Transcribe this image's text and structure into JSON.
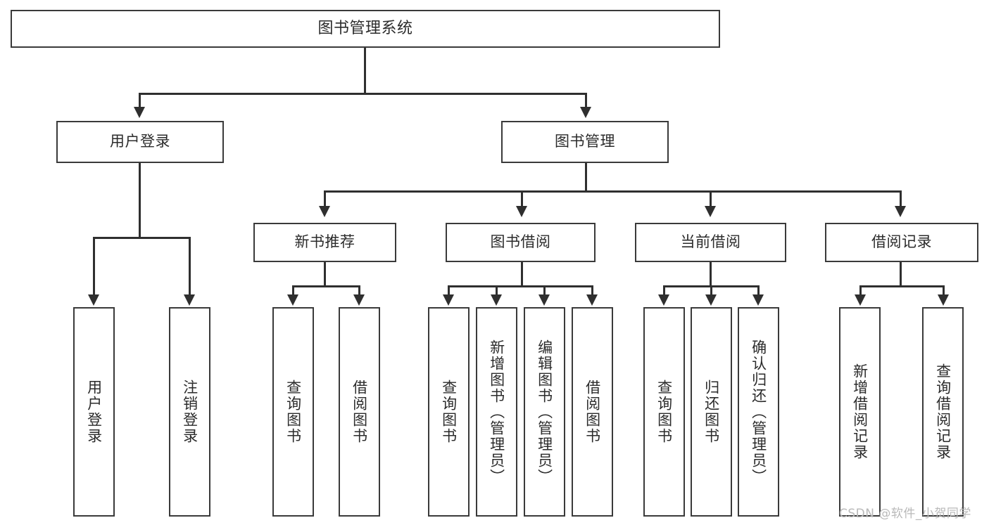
{
  "diagram": {
    "type": "tree",
    "title": "图书管理系统",
    "root": {
      "label": "图书管理系统"
    },
    "level2": [
      {
        "label": "用户登录"
      },
      {
        "label": "图书管理"
      }
    ],
    "level3": [
      {
        "label": "新书推荐"
      },
      {
        "label": "图书借阅"
      },
      {
        "label": "当前借阅"
      },
      {
        "label": "借阅记录"
      }
    ],
    "leaves": {
      "user_login": [
        {
          "label": "用户登录"
        },
        {
          "label": "注销登录"
        }
      ],
      "new_book_recommend": [
        {
          "label": "查询图书"
        },
        {
          "label": "借阅图书"
        }
      ],
      "book_borrow": [
        {
          "label": "查询图书"
        },
        {
          "label": "新增图书（管理员）"
        },
        {
          "label": "编辑图书（管理员）"
        },
        {
          "label": "借阅图书"
        }
      ],
      "current_borrow": [
        {
          "label": "查询图书"
        },
        {
          "label": "归还图书"
        },
        {
          "label": "确认归还（管理员）"
        }
      ],
      "borrow_record": [
        {
          "label": "新增借阅记录"
        },
        {
          "label": "查询借阅记录"
        }
      ]
    }
  },
  "watermark": {
    "text": "CSDN @软件_小贺同学"
  },
  "colors": {
    "box_border": "#3a3a3a",
    "line": "#2f2f2f",
    "text": "#2b2b2b",
    "background": "#ffffff",
    "watermark": "#b9b9b9"
  }
}
